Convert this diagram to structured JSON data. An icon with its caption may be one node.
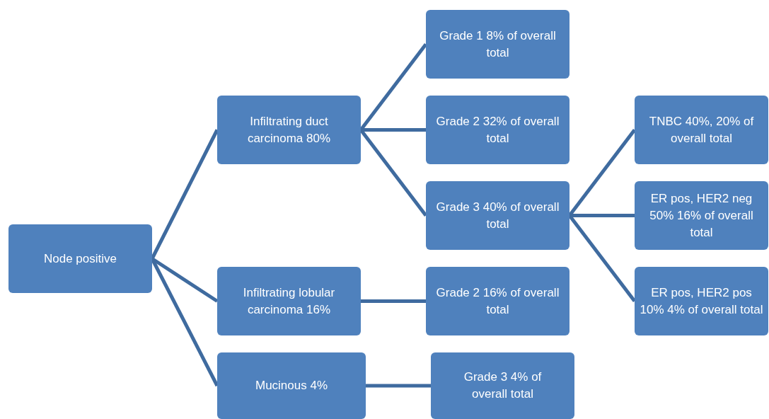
{
  "diagram": {
    "nodes": [
      {
        "text": [
          "Node positive"
        ]
      },
      {
        "text": [
          "Infiltrating duct carcinoma 80%"
        ]
      },
      {
        "text": [
          "Infiltrating lobular carcinoma 16%"
        ]
      },
      {
        "text": [
          "Mucinous 4%"
        ]
      },
      {
        "text": [
          "Grade 1 8% of overall total"
        ]
      },
      {
        "text": [
          "Grade 2 32% of overall total"
        ]
      },
      {
        "text": [
          "Grade 3 40% of overall total"
        ]
      },
      {
        "text": [
          "Grade 2 16% of overall total"
        ]
      },
      {
        "text": [
          "Grade 3 4% of overall total"
        ]
      },
      {
        "text": [
          "TNBC 40%, 20% of overall total"
        ]
      },
      {
        "text": [
          "ER pos, HER2 neg 50% 16% of overall total"
        ]
      },
      {
        "text": [
          "ER pos, HER2 pos 10% 4% of overall total"
        ]
      }
    ],
    "edges": [
      {
        "from": 0,
        "to": 1,
        "arrow": "none"
      },
      {
        "from": 0,
        "to": 2,
        "arrow": "none"
      },
      {
        "from": 0,
        "to": 3,
        "arrow": "none"
      },
      {
        "from": 1,
        "to": 4,
        "arrow": "none"
      },
      {
        "from": 1,
        "to": 5,
        "arrow": "none"
      },
      {
        "from": 1,
        "to": 6,
        "arrow": "none"
      },
      {
        "from": 2,
        "to": 7,
        "arrow": "none"
      },
      {
        "from": 3,
        "to": 8,
        "arrow": "none"
      },
      {
        "from": 6,
        "to": 9,
        "arrow": "none"
      },
      {
        "from": 6,
        "to": 10,
        "arrow": "none"
      },
      {
        "from": 6,
        "to": 11,
        "arrow": "none"
      }
    ]
  }
}
